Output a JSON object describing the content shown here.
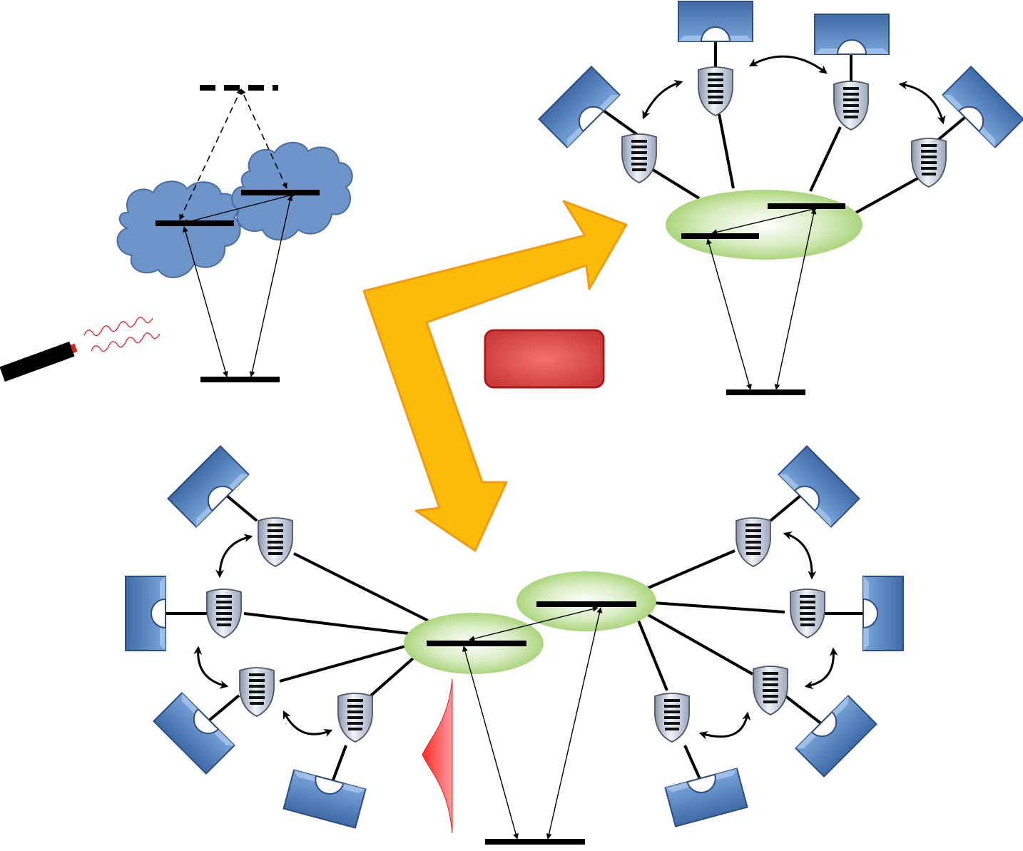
{
  "figure": {
    "description_text": "",
    "panels": [
      "uncoupled-emitters",
      "emitters-coupled-to-single-bath",
      "emitters-coupled-to-separate-baths"
    ]
  },
  "colors": {
    "cloud": "#6b93c8",
    "cloud_stroke": "#3f5f8f",
    "arrow_fill": "#fbbc09",
    "arrow_stroke": "#f29a12",
    "ellipse_fill": "#b7dc8f",
    "box_fill": "#e05a5a",
    "box_stroke": "#b01818",
    "bath_fill": "#4f7fbf",
    "pulse_fill": "#ee2020"
  },
  "icons": {
    "laser": "laser-pointer-icon",
    "photon": "wavy-photon-icon",
    "cavity_mirror": "cavity-mirror-icon",
    "oscillator": "harmonic-oscillator-icon",
    "pulse": "gaussian-pulse-icon"
  }
}
